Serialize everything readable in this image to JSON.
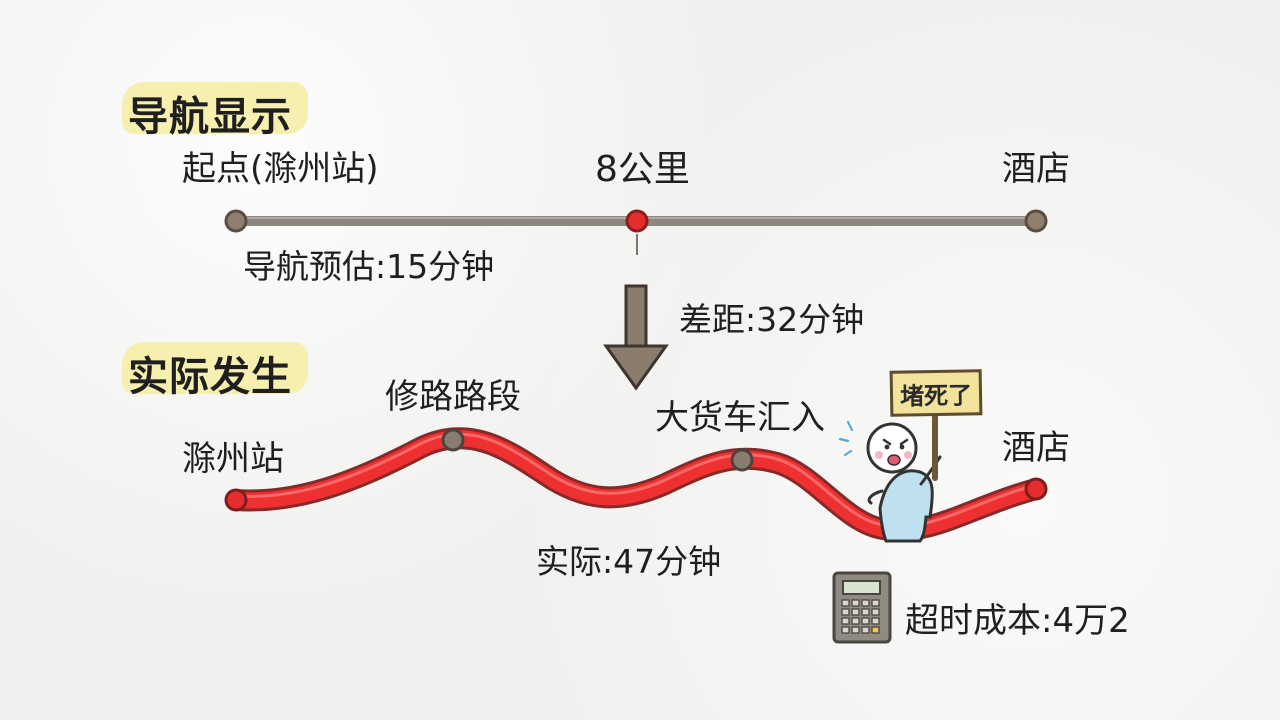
{
  "top": {
    "title": "导航显示",
    "start": "起点(滁州站)",
    "middle": "8公里",
    "end": "酒店",
    "estimate": "导航预估:15分钟",
    "gap": "差距:32分钟"
  },
  "bottom": {
    "title": "实际发生",
    "start": "滁州站",
    "roadwork": "修路路段",
    "truck": "大货车汇入",
    "end": "酒店",
    "actual": "实际:47分钟",
    "sign": "堵死了",
    "cost": "超时成本:4万2"
  },
  "colors": {
    "line": "#8f8a82",
    "node": "#8a7d6d",
    "red": "#ef3030",
    "dark_red": "#b82020",
    "arrow": "#8a7d6d",
    "highlight": "#f6efb0"
  }
}
